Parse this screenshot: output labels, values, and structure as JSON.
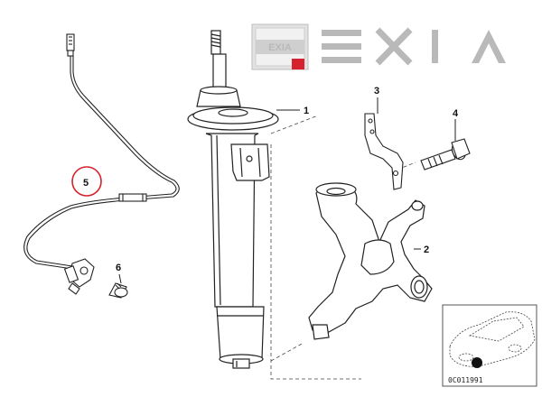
{
  "logo": {
    "badge_text": "EXIA",
    "wordmark": [
      "E",
      "X",
      "I",
      "A"
    ],
    "accent_color": "#d6222c"
  },
  "callouts": {
    "strut": "1",
    "knuckle": "2",
    "bracket": "3",
    "bolt": "4",
    "sensor": "5",
    "screw": "6"
  },
  "highlight": {
    "callout": "5",
    "color": "#d6222c"
  },
  "thumbnail": {
    "ref_code": "0C011991"
  }
}
